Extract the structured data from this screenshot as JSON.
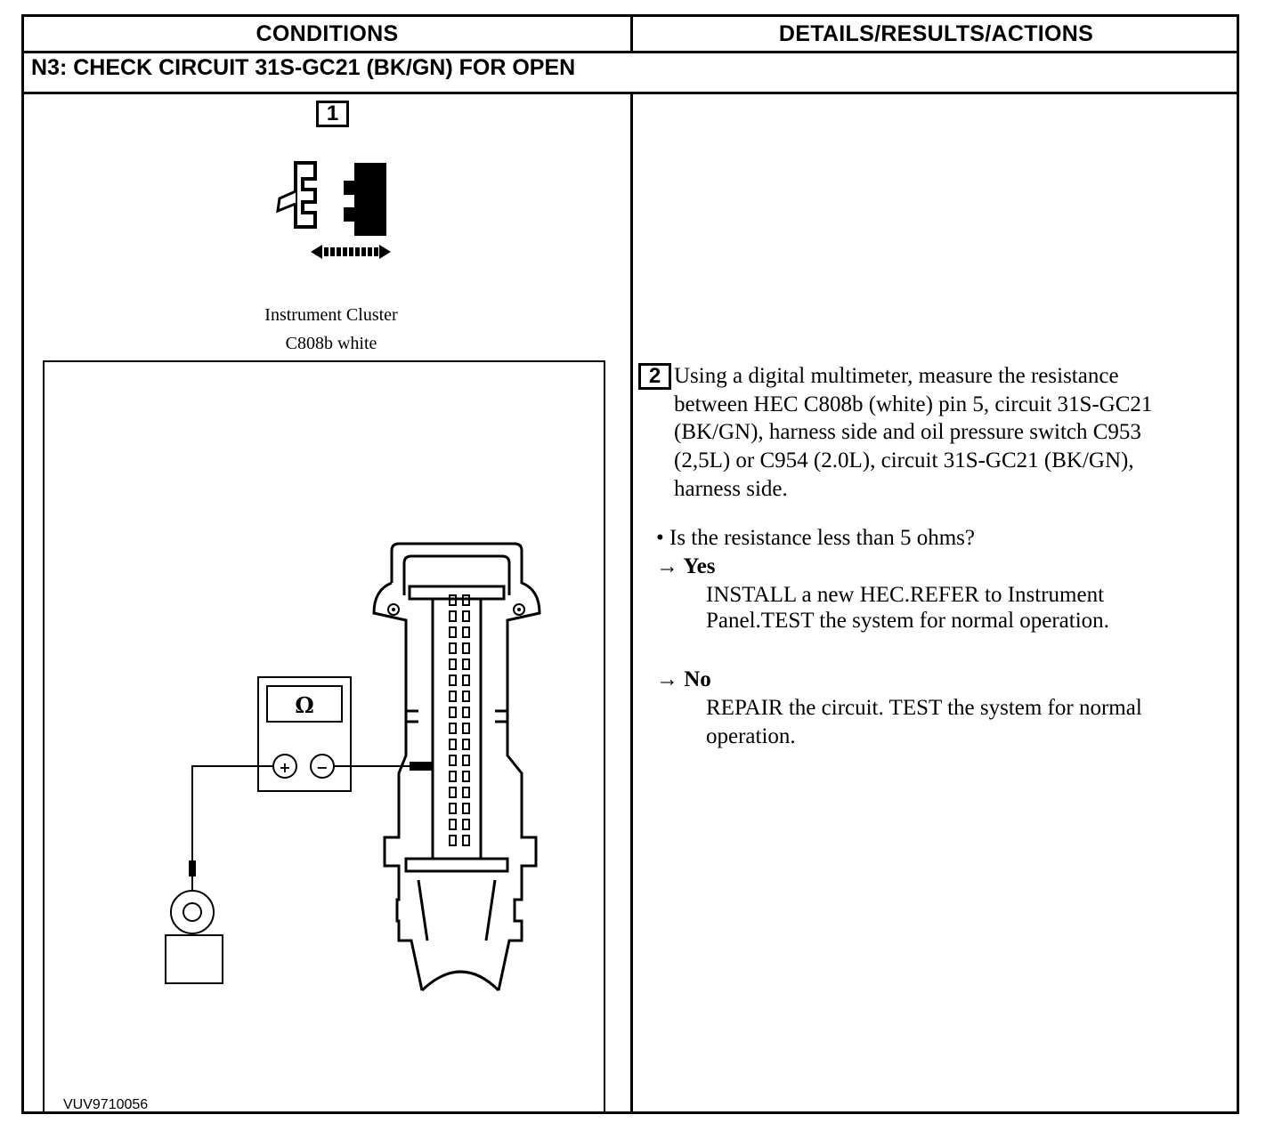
{
  "table": {
    "col_conditions": "CONDITIONS",
    "col_details": "DETAILS/RESULTS/ACTIONS",
    "step_title": "N3: CHECK CIRCUIT 31S-GC21 (BK/GN) FOR OPEN"
  },
  "step1": {
    "number": "1",
    "caption_line1": "Instrument Cluster",
    "caption_line2": "C808b  white",
    "icon": "disconnect-connector-icon"
  },
  "figure": {
    "meter_symbol": "Ω",
    "plus": "+",
    "minus": "−",
    "code": "VUV9710056",
    "icons": [
      "multimeter-icon",
      "connector-icon",
      "oil-pressure-switch-icon"
    ]
  },
  "step2": {
    "number": "2",
    "instruction_lines": [
      "Using a digital multimeter, measure the resistance",
      "between HEC C808b (white) pin 5, circuit 31S-GC21",
      "(BK/GN), harness side and oil pressure switch C953",
      "(2,5L) or C954 (2.0L), circuit 31S-GC21 (BK/GN),",
      "harness side."
    ],
    "question": "• Is the resistance less than 5 ohms?",
    "yes_label": "→ Yes",
    "yes_lines": [
      "INSTALL a new HEC.REFER to Instrument",
      "Panel.TEST the system for normal operation."
    ],
    "no_label": "→ No",
    "no_lines": [
      "REPAIR the circuit. TEST the system for normal",
      "operation."
    ]
  }
}
